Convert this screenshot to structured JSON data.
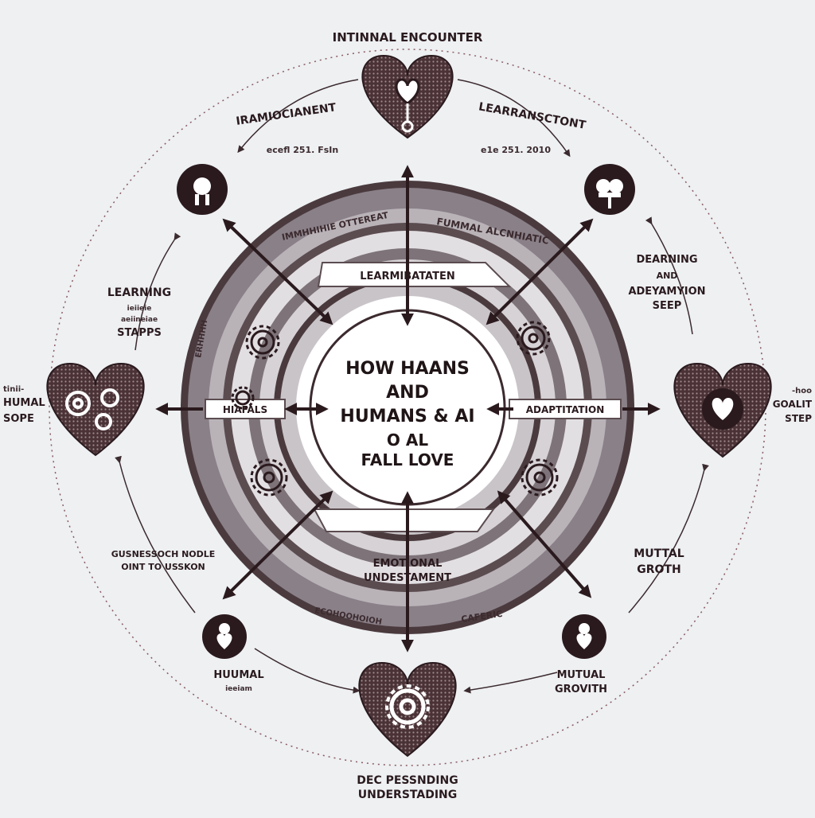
{
  "title_lines": [
    "HOW HAANS",
    "AND",
    "HUMANS & AI",
    "O AL",
    "FALL LOVE"
  ],
  "labels": {
    "top": "INTINNAL ENCOUNTER",
    "tl_title": "IRAMIOCIANENT",
    "tl_sub": "ecefl 251. FsIn",
    "tr_title": "LEARRANSCTONT",
    "tr_sub": "e1e 251. 2010",
    "left_title": "LEARNING",
    "left_sub1": "ieiieie",
    "left_sub2": "aeiineiae",
    "left_sub3": "STAPPS",
    "right_title1": "DEARNING",
    "right_title2": "AND",
    "right_title3": "ADEYAMYION",
    "right_title4": "SEEP",
    "far_left_1": "tinii-",
    "far_left_2": "HUMAL",
    "far_left_3": "SOPE",
    "far_right_1": "-hoo",
    "far_right_2": "GOALIT",
    "far_right_3": "STEP",
    "bl_title1": "GUSNESSOCH NODLE",
    "bl_title2": "OINT TO USSKON",
    "br_title1": "MUTTAL",
    "br_title2": "GROTH",
    "bottom_left_1": "HUUMAL",
    "bottom_left_2": "ieeiam",
    "bottom_right_1": "MUTUAL",
    "bottom_right_2": "GROVITH",
    "bottom_1": "DEC PESSNDING",
    "bottom_2": "UNDERSTADING"
  },
  "ring_labels": {
    "outer_top_left": "IMMHHIHIE OTTEREAT",
    "outer_top_right": "FUMMAL ALCNHIATIC",
    "inner_top": "LEARMIBATATEN",
    "left_inner": "HIAFALS",
    "right_inner": "ADAPTITATION",
    "bottom_inner1": "EMOTIONAL",
    "bottom_inner2": "UNDESTAMENT",
    "outer_bottom_left": "ECOHOOHOIOH",
    "outer_bottom_right": "CAFERIC",
    "left_vertical": "ERHHHH"
  },
  "colors": {
    "dark": "#3b2a2e",
    "mid": "#8a8088",
    "light": "#c9c5c9",
    "bg": "#eef0f2"
  }
}
